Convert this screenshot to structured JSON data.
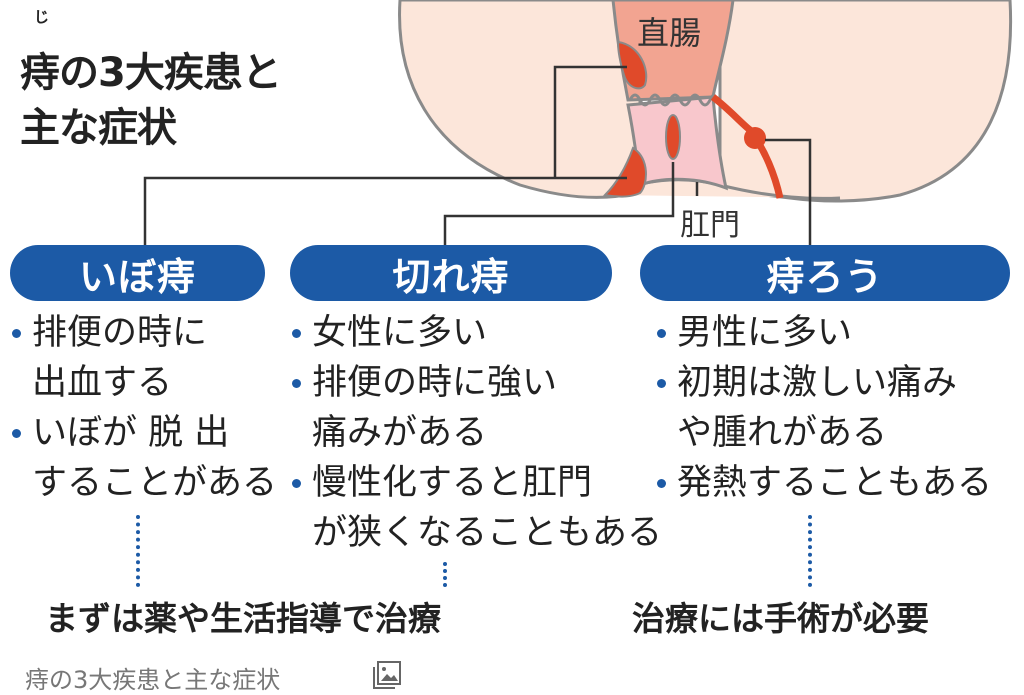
{
  "title": {
    "ruby": "じ",
    "line1": "痔の3大疾患と",
    "line2": "主な症状"
  },
  "anatomy": {
    "rectum_label": "直腸",
    "anus_label": "肛門"
  },
  "columns": [
    {
      "name": "いぼ痔",
      "items": [
        [
          "排便の時に",
          "出血する"
        ],
        [
          "いぼが 脱 出",
          "することがある"
        ]
      ]
    },
    {
      "name": "切れ痔",
      "items": [
        [
          "女性に多い"
        ],
        [
          "排便の時に強い",
          "痛みがある"
        ],
        [
          "慢性化すると肛門",
          "が狭くなることもある"
        ]
      ]
    },
    {
      "name": "痔ろう",
      "items": [
        [
          "男性に多い"
        ],
        [
          "初期は激しい痛み",
          "や腫れがある"
        ],
        [
          "発熱することもある"
        ]
      ]
    }
  ],
  "treatment": {
    "left": "まずは薬や生活指導で治療",
    "right": "治療には手術が必要"
  },
  "caption": "痔の3大疾患と主な症状",
  "colors": {
    "accent": "#1c5aa6",
    "hemorrhoid": "#e04a2a",
    "skin": "#fce6da",
    "rectum": "#f2a491",
    "canal": "#f8c7cc"
  }
}
